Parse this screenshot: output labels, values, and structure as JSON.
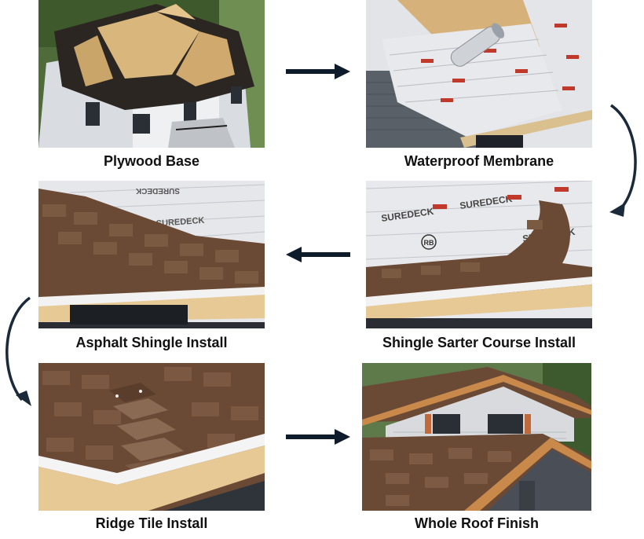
{
  "steps": [
    {
      "caption": "Plywood Base"
    },
    {
      "caption": "Waterproof Membrane"
    },
    {
      "caption": "Asphalt Shingle Install"
    },
    {
      "caption": "Shingle Sarter Course Install"
    },
    {
      "caption": "Ridge Tile Install"
    },
    {
      "caption": "Whole Roof Finish"
    }
  ],
  "membrane_brand": "SUREDECK",
  "membrane_logo": "RB",
  "colors": {
    "arrow": "#0d1b2a",
    "curved_arrow": "#1b2a3a",
    "caption_text": "#111111",
    "shingle_brown": "#6b4a35",
    "membrane_white": "#e8e9ec",
    "plywood": "#d9b67c",
    "fascia_wood": "#e7c996",
    "siding_gray": "#4a4f57"
  },
  "icons": [
    "arrow-right-icon",
    "arrow-left-icon",
    "curved-arrow-down-right-icon",
    "curved-arrow-down-left-icon"
  ]
}
